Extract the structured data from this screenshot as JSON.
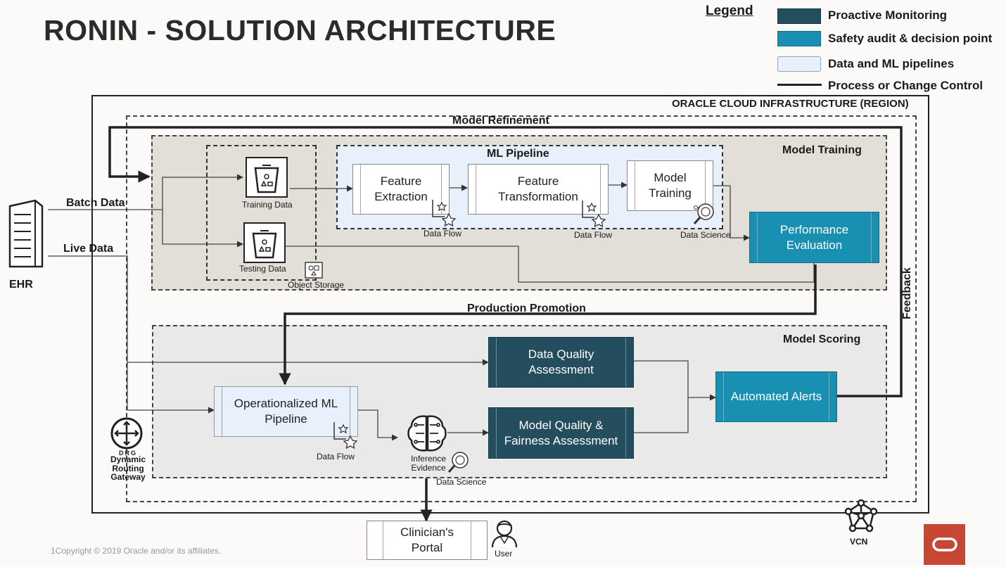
{
  "title": "RONIN - SOLUTION ARCHITECTURE",
  "legend": {
    "title": "Legend",
    "items": [
      {
        "label": "Proactive Monitoring",
        "color": "#244e5e"
      },
      {
        "label": "Safety audit & decision point",
        "color": "#198fb1"
      },
      {
        "label": "Data and ML pipelines",
        "color": "#e8f1fb"
      },
      {
        "label": "Process or Change Control",
        "color": "#222222"
      }
    ]
  },
  "region": {
    "label": "ORACLE CLOUD INFRASTRUCTURE (REGION)"
  },
  "zones": {
    "model_refinement": "Model Refinement",
    "model_training": "Model Training",
    "ml_pipeline": "ML Pipeline",
    "model_scoring": "Model Scoring"
  },
  "flows": {
    "batch_data": "Batch Data",
    "live_data": "Live Data",
    "production_promotion": "Production Promotion",
    "feedback": "Feedback"
  },
  "ehr": {
    "label": "EHR"
  },
  "storage": {
    "training_data": "Training Data",
    "testing_data": "Testing Data",
    "object_storage": "Object Storage"
  },
  "boxes": {
    "feature_extraction": "Feature Extraction",
    "feature_transformation": "Feature Transformation",
    "model_training": "Model Training",
    "performance_evaluation": "Performance Evaluation",
    "data_quality": "Data Quality Assessment",
    "model_quality": "Model Quality & Fairness Assessment",
    "automated_alerts": "Automated Alerts",
    "operationalized": "Operationalized ML Pipeline",
    "clinicians_portal": "Clinician's Portal"
  },
  "icon_labels": {
    "data_flow_1": "Data Flow",
    "data_flow_2": "Data Flow",
    "data_flow_3": "Data Flow",
    "data_science_1": "Data Science",
    "data_science_2": "Data Science",
    "inference_evidence": "Inference Evidence",
    "drg_abbr": "DRG",
    "drg_label": "Dynamic Routing Gateway",
    "user": "User",
    "vcn": "VCN"
  },
  "copyright": "1Copyright © 2019 Oracle and/or its affiliates.",
  "colors": {
    "dark": "#244e5e",
    "teal": "#198fb1",
    "light": "#e8f1fb",
    "oracle_red": "#c74634",
    "zone_fill": "#e2dfd9"
  },
  "icons": [
    "server-icon",
    "bucket-icon",
    "data-flow-icon",
    "data-science-icon",
    "brain-icon",
    "drg-icon",
    "user-icon",
    "vcn-icon",
    "oracle-logo-icon"
  ]
}
